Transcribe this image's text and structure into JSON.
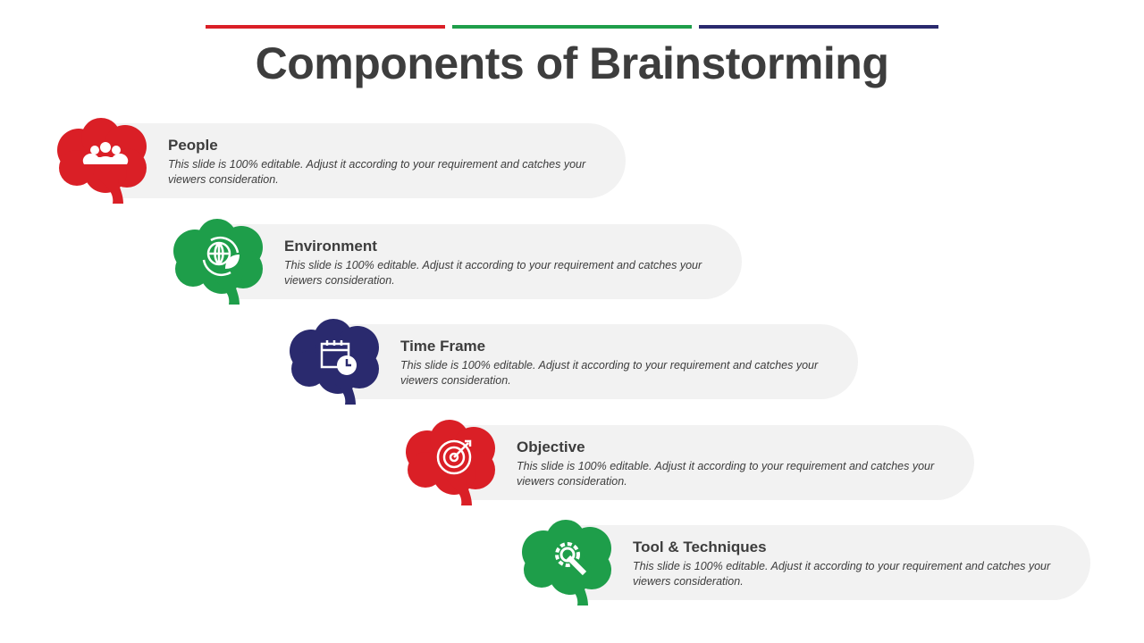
{
  "title": "Components of Brainstorming",
  "colors": {
    "red": "#da1f26",
    "green": "#1e9e4a",
    "navy": "#2a2a6e"
  },
  "items": [
    {
      "title": "People",
      "desc": "This slide is 100% editable. Adjust it according to your requirement and catches your viewers consideration.",
      "icon": "people-icon",
      "color": "#da1f26"
    },
    {
      "title": "Environment",
      "desc": "This slide is 100% editable. Adjust it according to your requirement and catches your viewers consideration.",
      "icon": "globe-leaf-icon",
      "color": "#1e9e4a"
    },
    {
      "title": "Time Frame",
      "desc": "This slide is 100% editable. Adjust it according to your requirement and catches your viewers consideration.",
      "icon": "calendar-clock-icon",
      "color": "#2a2a6e"
    },
    {
      "title": "Objective",
      "desc": "This slide is 100% editable. Adjust it according to your requirement and catches your viewers consideration.",
      "icon": "target-icon",
      "color": "#da1f26"
    },
    {
      "title": "Tool & Techniques",
      "desc": "This slide is 100% editable. Adjust it according to your requirement and catches your viewers consideration.",
      "icon": "gear-wrench-icon",
      "color": "#1e9e4a"
    }
  ]
}
